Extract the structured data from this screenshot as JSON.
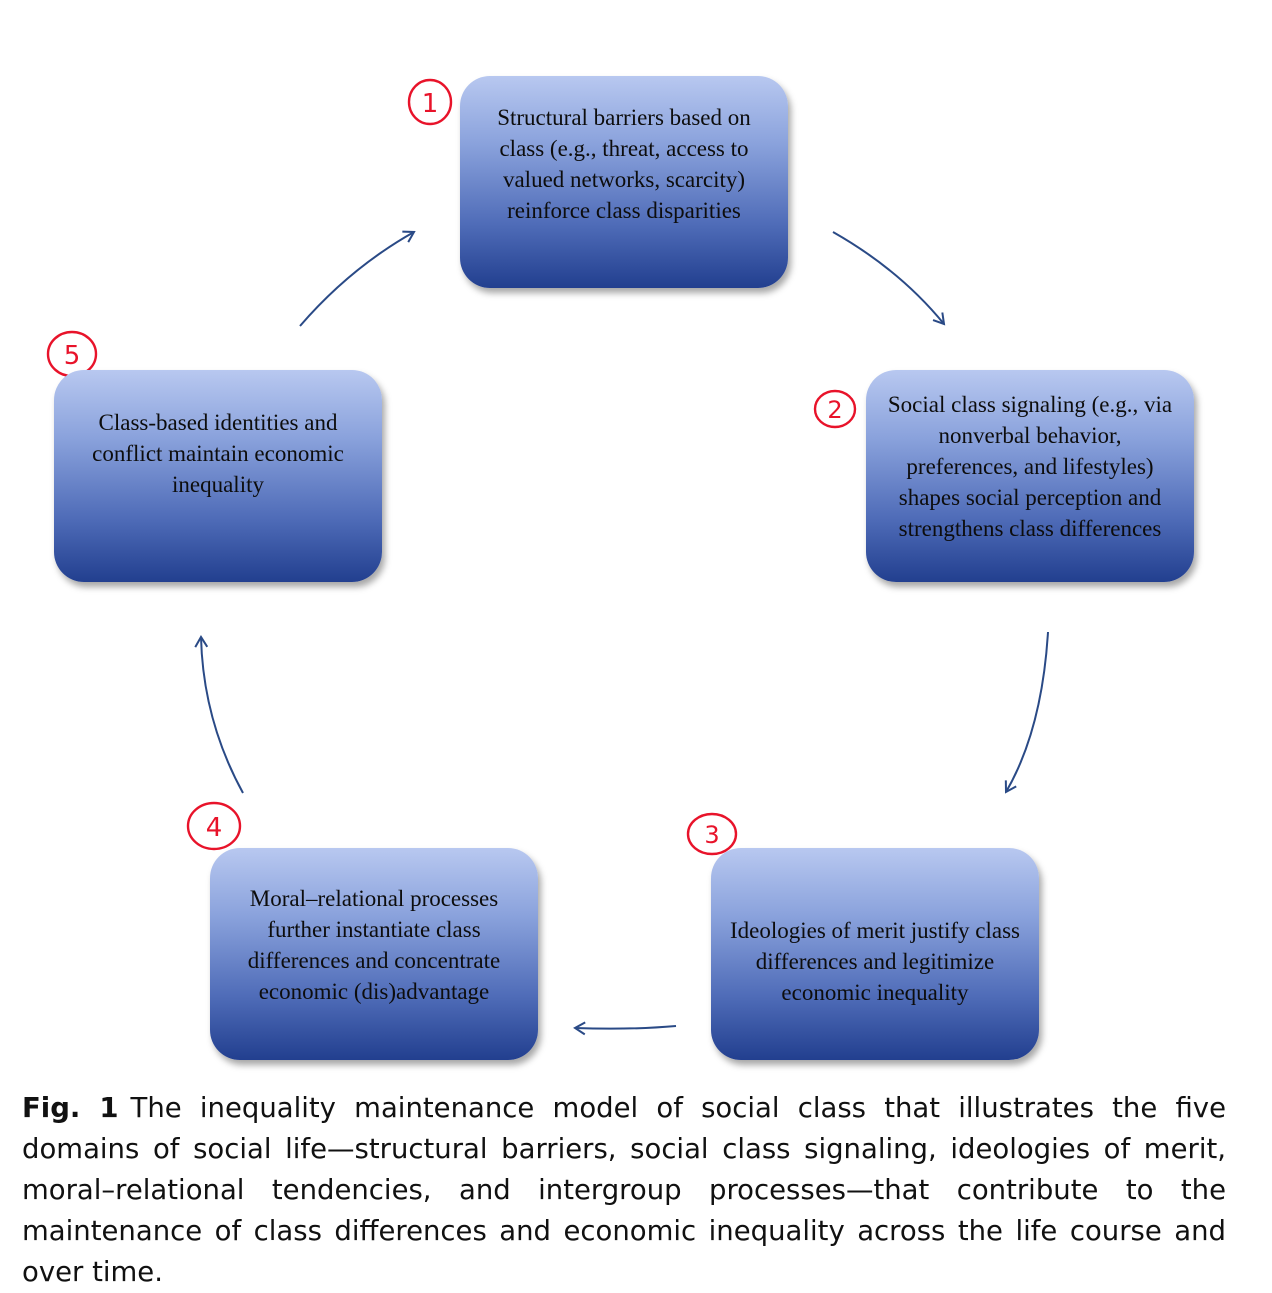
{
  "diagram": {
    "boxes": [
      {
        "id": "1",
        "marker": "1",
        "text": "Structural barriers based on class (e.g., threat, access to valued networks, scarcity) reinforce class disparities"
      },
      {
        "id": "2",
        "marker": "2",
        "text": "Social class signaling (e.g., via nonverbal behavior, preferences, and lifestyles) shapes social perception and strengthens class differences"
      },
      {
        "id": "3",
        "marker": "3",
        "text": "Ideologies of merit justify class differences and legitimize economic inequality"
      },
      {
        "id": "4",
        "marker": "4",
        "text": "Moral–relational processes further instantiate class differences and concentrate economic (dis)advantage"
      },
      {
        "id": "5",
        "marker": "5",
        "text": "Class-based identities and conflict maintain economic inequality"
      }
    ],
    "colors": {
      "box_top": "#b8c8f0",
      "box_bottom": "#223f8f",
      "arrow": "#2a4a86",
      "marker": "#e8132a"
    }
  },
  "caption": {
    "label": "Fig. 1",
    "text": "The inequality maintenance model of social class that illustrates the five domains of social life—structural barriers, social class signaling, ideologies of merit, moral–relational tendencies, and intergroup processes—that contribute to the maintenance of class differences and economic inequality across the life course and over time."
  }
}
